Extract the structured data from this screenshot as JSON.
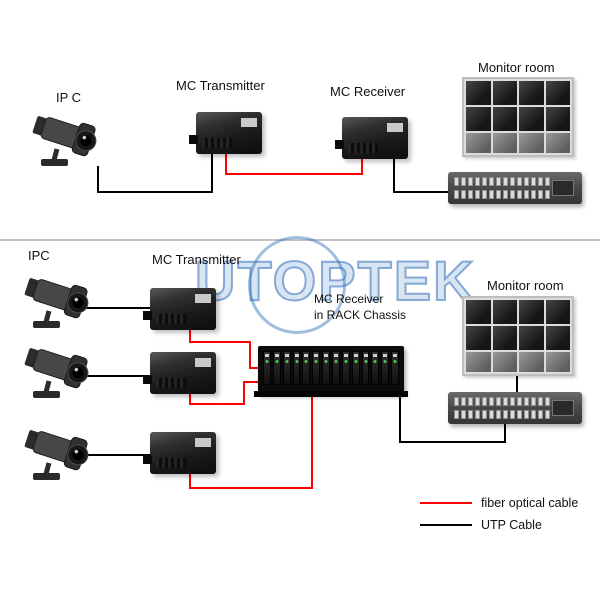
{
  "watermark": {
    "text": "UTOPTEK",
    "color": "#2f6eb9"
  },
  "top_section": {
    "camera_label": "IP C",
    "transmitter_label": "MC Transmitter",
    "receiver_label": "MC Receiver",
    "monitor_label": "Monitor room"
  },
  "bottom_section": {
    "camera_label": "IPC",
    "transmitter_label": "MC Transmitter",
    "receiver_label_line1": "MC Receiver",
    "receiver_label_line2": "in RACK Chassis",
    "monitor_label": "Monitor room"
  },
  "legend": {
    "fiber_label": "fiber optical cable",
    "utp_label": "UTP Cable",
    "fiber_color": "#ff0000",
    "utp_color": "#000000"
  },
  "connections": [
    {
      "from": "ip-camera-top",
      "to": "mc-transmitter-top",
      "cable": "UTP"
    },
    {
      "from": "mc-transmitter-top",
      "to": "mc-receiver-top",
      "cable": "fiber"
    },
    {
      "from": "mc-receiver-top",
      "to": "switch-top",
      "cable": "UTP"
    },
    {
      "from": "ip-camera-1",
      "to": "mc-transmitter-1",
      "cable": "UTP"
    },
    {
      "from": "ip-camera-2",
      "to": "mc-transmitter-2",
      "cable": "UTP"
    },
    {
      "from": "ip-camera-3",
      "to": "mc-transmitter-3",
      "cable": "UTP"
    },
    {
      "from": "mc-transmitter-1",
      "to": "rack-chassis",
      "cable": "fiber"
    },
    {
      "from": "mc-transmitter-2",
      "to": "rack-chassis",
      "cable": "fiber"
    },
    {
      "from": "mc-transmitter-3",
      "to": "rack-chassis",
      "cable": "fiber"
    },
    {
      "from": "rack-chassis",
      "to": "switch-bottom",
      "cable": "UTP"
    },
    {
      "from": "monitor-room-bottom",
      "to": "switch-bottom",
      "cable": "UTP"
    }
  ]
}
